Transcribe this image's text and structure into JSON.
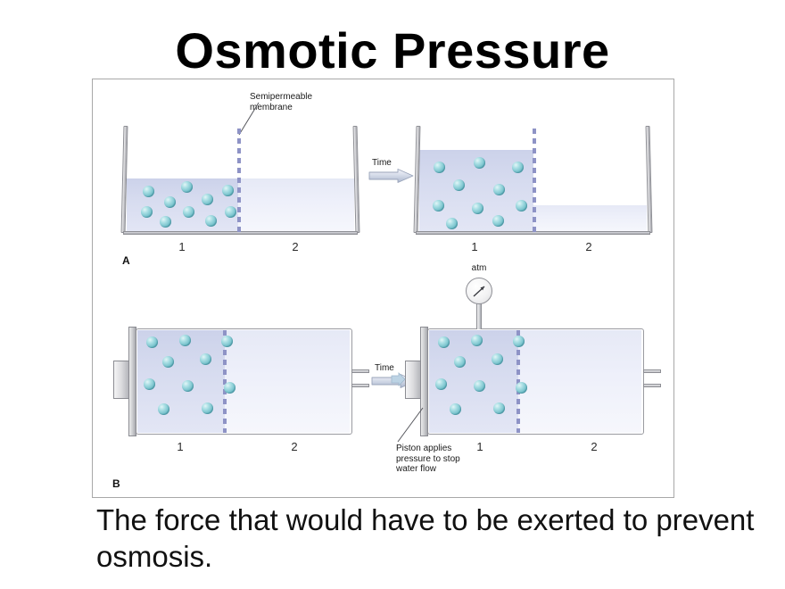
{
  "slide": {
    "title": "Osmotic Pressure",
    "caption": "The force that would have to be exerted to prevent osmosis."
  },
  "figure": {
    "membrane_callout": "Semipermeable\nmembrane",
    "piston_callout": "Piston applies\npressure to stop\nwater flow",
    "gauge_label": "atm",
    "time_label_a": "Time",
    "time_label_b": "Time",
    "panel_a_label": "A",
    "panel_b_label": "B",
    "panels": {
      "a_left": {
        "side1": "1",
        "side2": "2"
      },
      "a_right": {
        "side1": "1",
        "side2": "2"
      },
      "b_left": {
        "side1": "1",
        "side2": "2"
      },
      "b_right": {
        "side1": "1",
        "side2": "2"
      }
    },
    "colors": {
      "solute_sphere": "#77c2cc",
      "membrane": "#8e93c6",
      "solution_liquid": "#ccd2ea",
      "water_liquid": "#e6e9f6",
      "vessel_outline": "#8e8f95",
      "frame_border": "#a8a8a8"
    }
  }
}
